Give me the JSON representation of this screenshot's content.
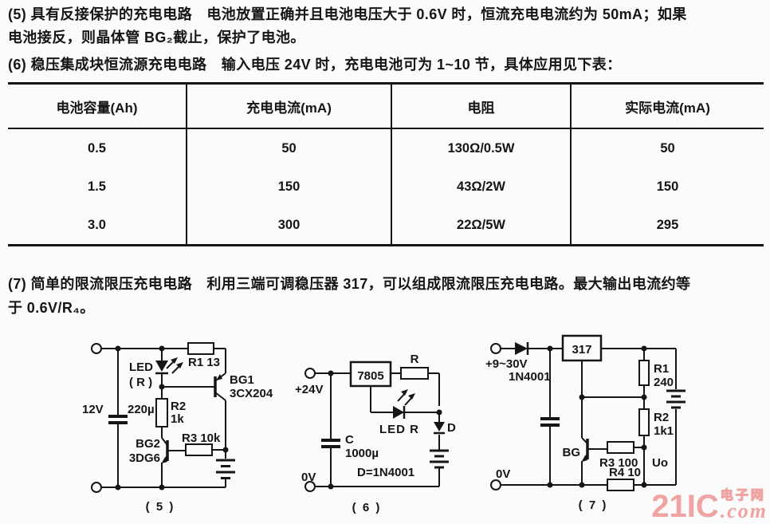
{
  "page": {
    "background": "#fbfbfb",
    "ink": "#151515",
    "watermark_color": "#f0a3a3"
  },
  "paragraphs": {
    "p5": {
      "lines": [
        "(5) 具有反接保护的充电电路　电池放置正确并且电池电压大于 0.6V 时，恒流充电电流约为 50mA；如果",
        "电池接反，则晶体管 BG₂截止，保护了电池。"
      ]
    },
    "p6": {
      "lines": [
        "(6) 稳压集成块恒流源充电电路　输入电压 24V 时，充电电池可为 1~10 节，具体应用见下表："
      ]
    },
    "p7": {
      "lines": [
        "(7) 简单的限流限压充电电路　利用三端可调稳压器 317，可以组成限流限压充电电路。最大输出电流约等",
        "于 0.6V/R₄。"
      ]
    }
  },
  "table": {
    "headers": [
      "电池容量(Ah)",
      "充电电流(mA)",
      "电阻",
      "实际电流(mA)"
    ],
    "rows": [
      [
        "0.5",
        "50",
        "130Ω/0.5W",
        "50"
      ],
      [
        "1.5",
        "150",
        "43Ω/2W",
        "150"
      ],
      [
        "3.0",
        "300",
        "22Ω/5W",
        "295"
      ]
    ]
  },
  "circuits": {
    "c5": {
      "caption": "( 5 )",
      "labels": {
        "v12": "12V",
        "cap": "220µ",
        "led": "LED",
        "ledr": "( R )",
        "r1": "R1  13",
        "r2": "R2",
        "r2v": "1k",
        "bg2": "BG2",
        "bg2t": "3DG6",
        "r3": "R3  10k",
        "bg1": "BG1",
        "bg1t": "3CX204"
      }
    },
    "c6": {
      "caption": "( 6 )",
      "labels": {
        "vin": "+24V",
        "reg": "7805",
        "r": "R",
        "led": "LED R",
        "d": "D",
        "c": "C",
        "cv": "1000µ",
        "dv": "D=1N4001",
        "gnd": "0V"
      }
    },
    "c7": {
      "caption": "( 7 )",
      "labels": {
        "vin": "+9~30V",
        "din": "1N4001",
        "reg": "317",
        "r1": "R1",
        "r1v": "240",
        "r2": "R2",
        "r2v": "1k1",
        "bg": "BG",
        "r3": "R3  100",
        "uo": "Uo",
        "r4": "R4  10",
        "gnd": "0V"
      }
    }
  },
  "watermark": {
    "brand": "21IC",
    "site": "电子网",
    "domain": ".com"
  }
}
